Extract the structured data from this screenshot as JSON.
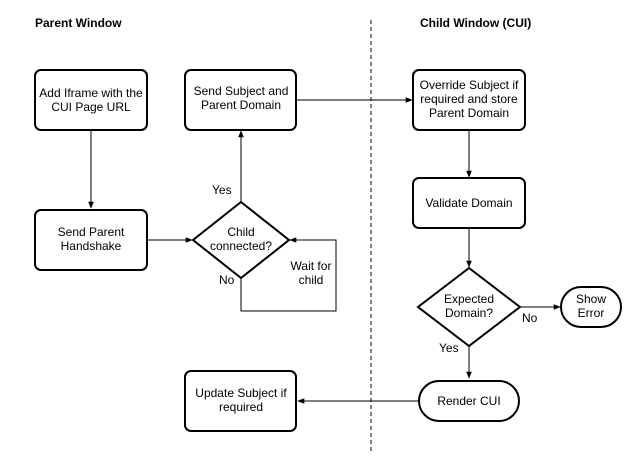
{
  "headers": {
    "parent": "Parent Window",
    "child": "Child Window (CUI)"
  },
  "nodes": {
    "add_iframe": [
      "Add Iframe with the",
      "CUI Page URL"
    ],
    "send_subject": [
      "Send Subject and",
      "Parent Domain"
    ],
    "override_subject": [
      "Override Subject if",
      "required and store",
      "Parent Domain"
    ],
    "send_handshake": [
      "Send Parent",
      "Handshake"
    ],
    "child_connected": [
      "Child",
      "connected?"
    ],
    "validate_domain": [
      "Validate Domain"
    ],
    "expected_domain": [
      "Expected",
      "Domain?"
    ],
    "show_error": [
      "Show",
      "Error"
    ],
    "update_subject": [
      "Update Subject if",
      "required"
    ],
    "render_cui": [
      "Render CUI"
    ]
  },
  "edge_labels": {
    "yes_connected": "Yes",
    "no_connected": "No",
    "wait_for_child": [
      "Wait for",
      "child"
    ],
    "no_domain": "No",
    "yes_domain": "Yes"
  },
  "colors": {
    "stroke": "#000000",
    "fill": "#ffffff"
  }
}
